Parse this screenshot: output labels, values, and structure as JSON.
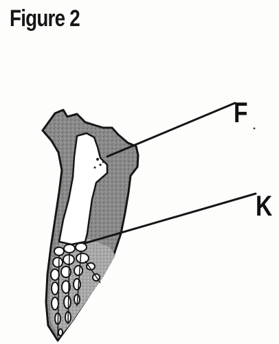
{
  "figure": {
    "title": "Figure 2",
    "labels": {
      "f": "F",
      "k": "K"
    }
  }
}
